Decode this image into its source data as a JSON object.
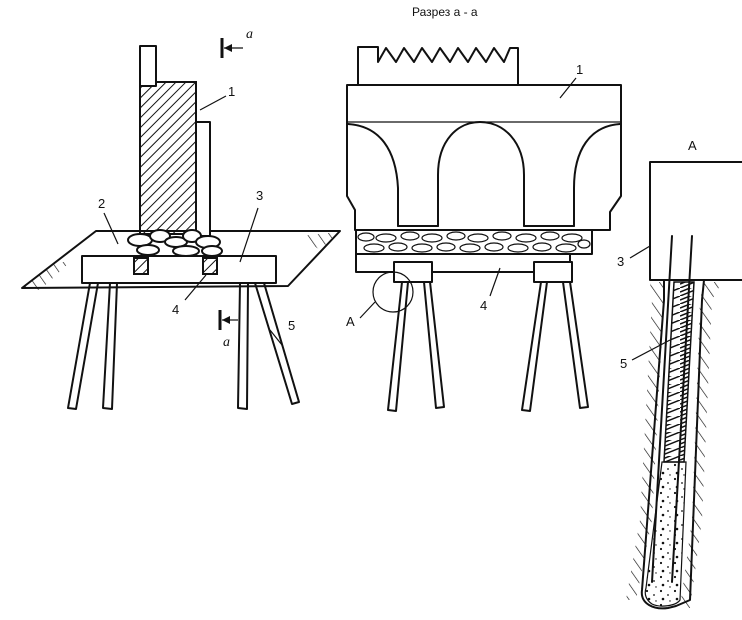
{
  "section_title": "Разрез а - а",
  "section_mark": "а",
  "detail_mark": "А",
  "callouts": {
    "n1": "1",
    "n2": "2",
    "n3": "3",
    "n4": "4",
    "n5": "5"
  }
}
